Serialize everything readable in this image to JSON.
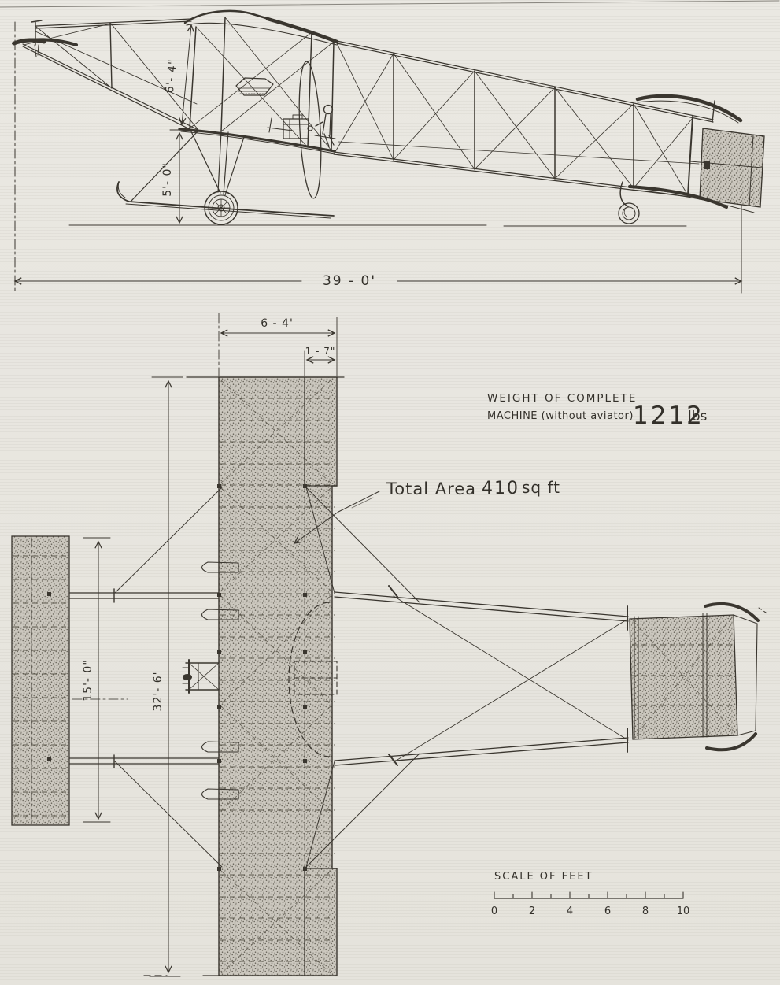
{
  "drawing": {
    "side_view": {
      "dim_wing_gap": "6'- 4\"",
      "dim_height": "5'- 0\"",
      "dim_overall_length": "39 - 0'"
    },
    "plan_view": {
      "dim_chord": "6 - 4'",
      "dim_aileron_chord": "1 - 7\"",
      "dim_elevator_span": "15'- 0\"",
      "dim_wing_span": "32'- 6'"
    },
    "weight_note": {
      "line1": "WEIGHT OF COMPLETE",
      "line2": "MACHINE (without aviator)",
      "value": "1212",
      "unit": "lbs"
    },
    "area_note": {
      "label": "Total Area",
      "value": "410",
      "unit": "sq ft"
    },
    "scale_bar": {
      "label": "SCALE OF FEET",
      "tick_labels": [
        "0",
        "2",
        "4",
        "6",
        "8",
        "10"
      ]
    },
    "colors": {
      "paper": "#eae8e2",
      "ink": "#3a362f",
      "stipple_base": "#cbc7be",
      "stipple_dot": "#6a665c"
    }
  }
}
